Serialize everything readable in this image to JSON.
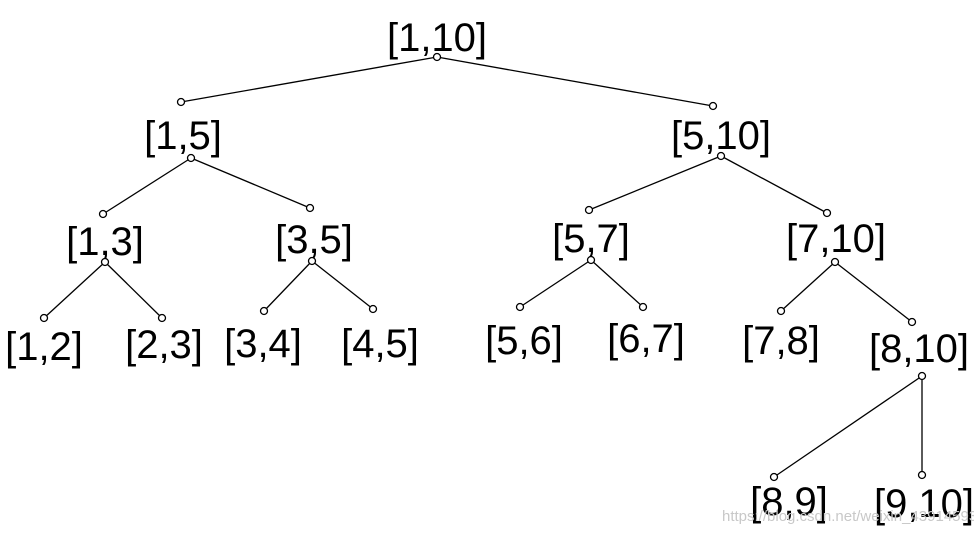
{
  "diagram": {
    "type": "segment-tree",
    "colors": {
      "line": "#000000",
      "text": "#000000",
      "background": "#ffffff",
      "watermark": "#c8c8c8"
    },
    "nodes": [
      {
        "id": "n1-10",
        "label": "[1,10]"
      },
      {
        "id": "n1-5",
        "label": "[1,5]"
      },
      {
        "id": "n5-10",
        "label": "[5,10]"
      },
      {
        "id": "n1-3",
        "label": "[1,3]"
      },
      {
        "id": "n3-5",
        "label": "[3,5]"
      },
      {
        "id": "n5-7",
        "label": "[5,7]"
      },
      {
        "id": "n7-10",
        "label": "[7,10]"
      },
      {
        "id": "n1-2",
        "label": "[1,2]"
      },
      {
        "id": "n2-3",
        "label": "[2,3]"
      },
      {
        "id": "n3-4",
        "label": "[3,4]"
      },
      {
        "id": "n4-5",
        "label": "[4,5]"
      },
      {
        "id": "n5-6",
        "label": "[5,6]"
      },
      {
        "id": "n6-7",
        "label": "[6,7]"
      },
      {
        "id": "n7-8",
        "label": "[7,8]"
      },
      {
        "id": "n8-10",
        "label": "[8,10]"
      },
      {
        "id": "n8-9",
        "label": "[8,9]"
      },
      {
        "id": "n9-10",
        "label": "[9,10]"
      }
    ],
    "edges": [
      {
        "from": "n1-10",
        "to": "n1-5"
      },
      {
        "from": "n1-10",
        "to": "n5-10"
      },
      {
        "from": "n1-5",
        "to": "n1-3"
      },
      {
        "from": "n1-5",
        "to": "n3-5"
      },
      {
        "from": "n5-10",
        "to": "n5-7"
      },
      {
        "from": "n5-10",
        "to": "n7-10"
      },
      {
        "from": "n1-3",
        "to": "n1-2"
      },
      {
        "from": "n1-3",
        "to": "n2-3"
      },
      {
        "from": "n3-5",
        "to": "n3-4"
      },
      {
        "from": "n3-5",
        "to": "n4-5"
      },
      {
        "from": "n5-7",
        "to": "n5-6"
      },
      {
        "from": "n5-7",
        "to": "n6-7"
      },
      {
        "from": "n7-10",
        "to": "n7-8"
      },
      {
        "from": "n7-10",
        "to": "n8-10"
      },
      {
        "from": "n8-10",
        "to": "n8-9"
      },
      {
        "from": "n8-10",
        "to": "n9-10"
      }
    ]
  },
  "watermark": {
    "text": "https://blog.csdn.net/weixin_43914593"
  }
}
